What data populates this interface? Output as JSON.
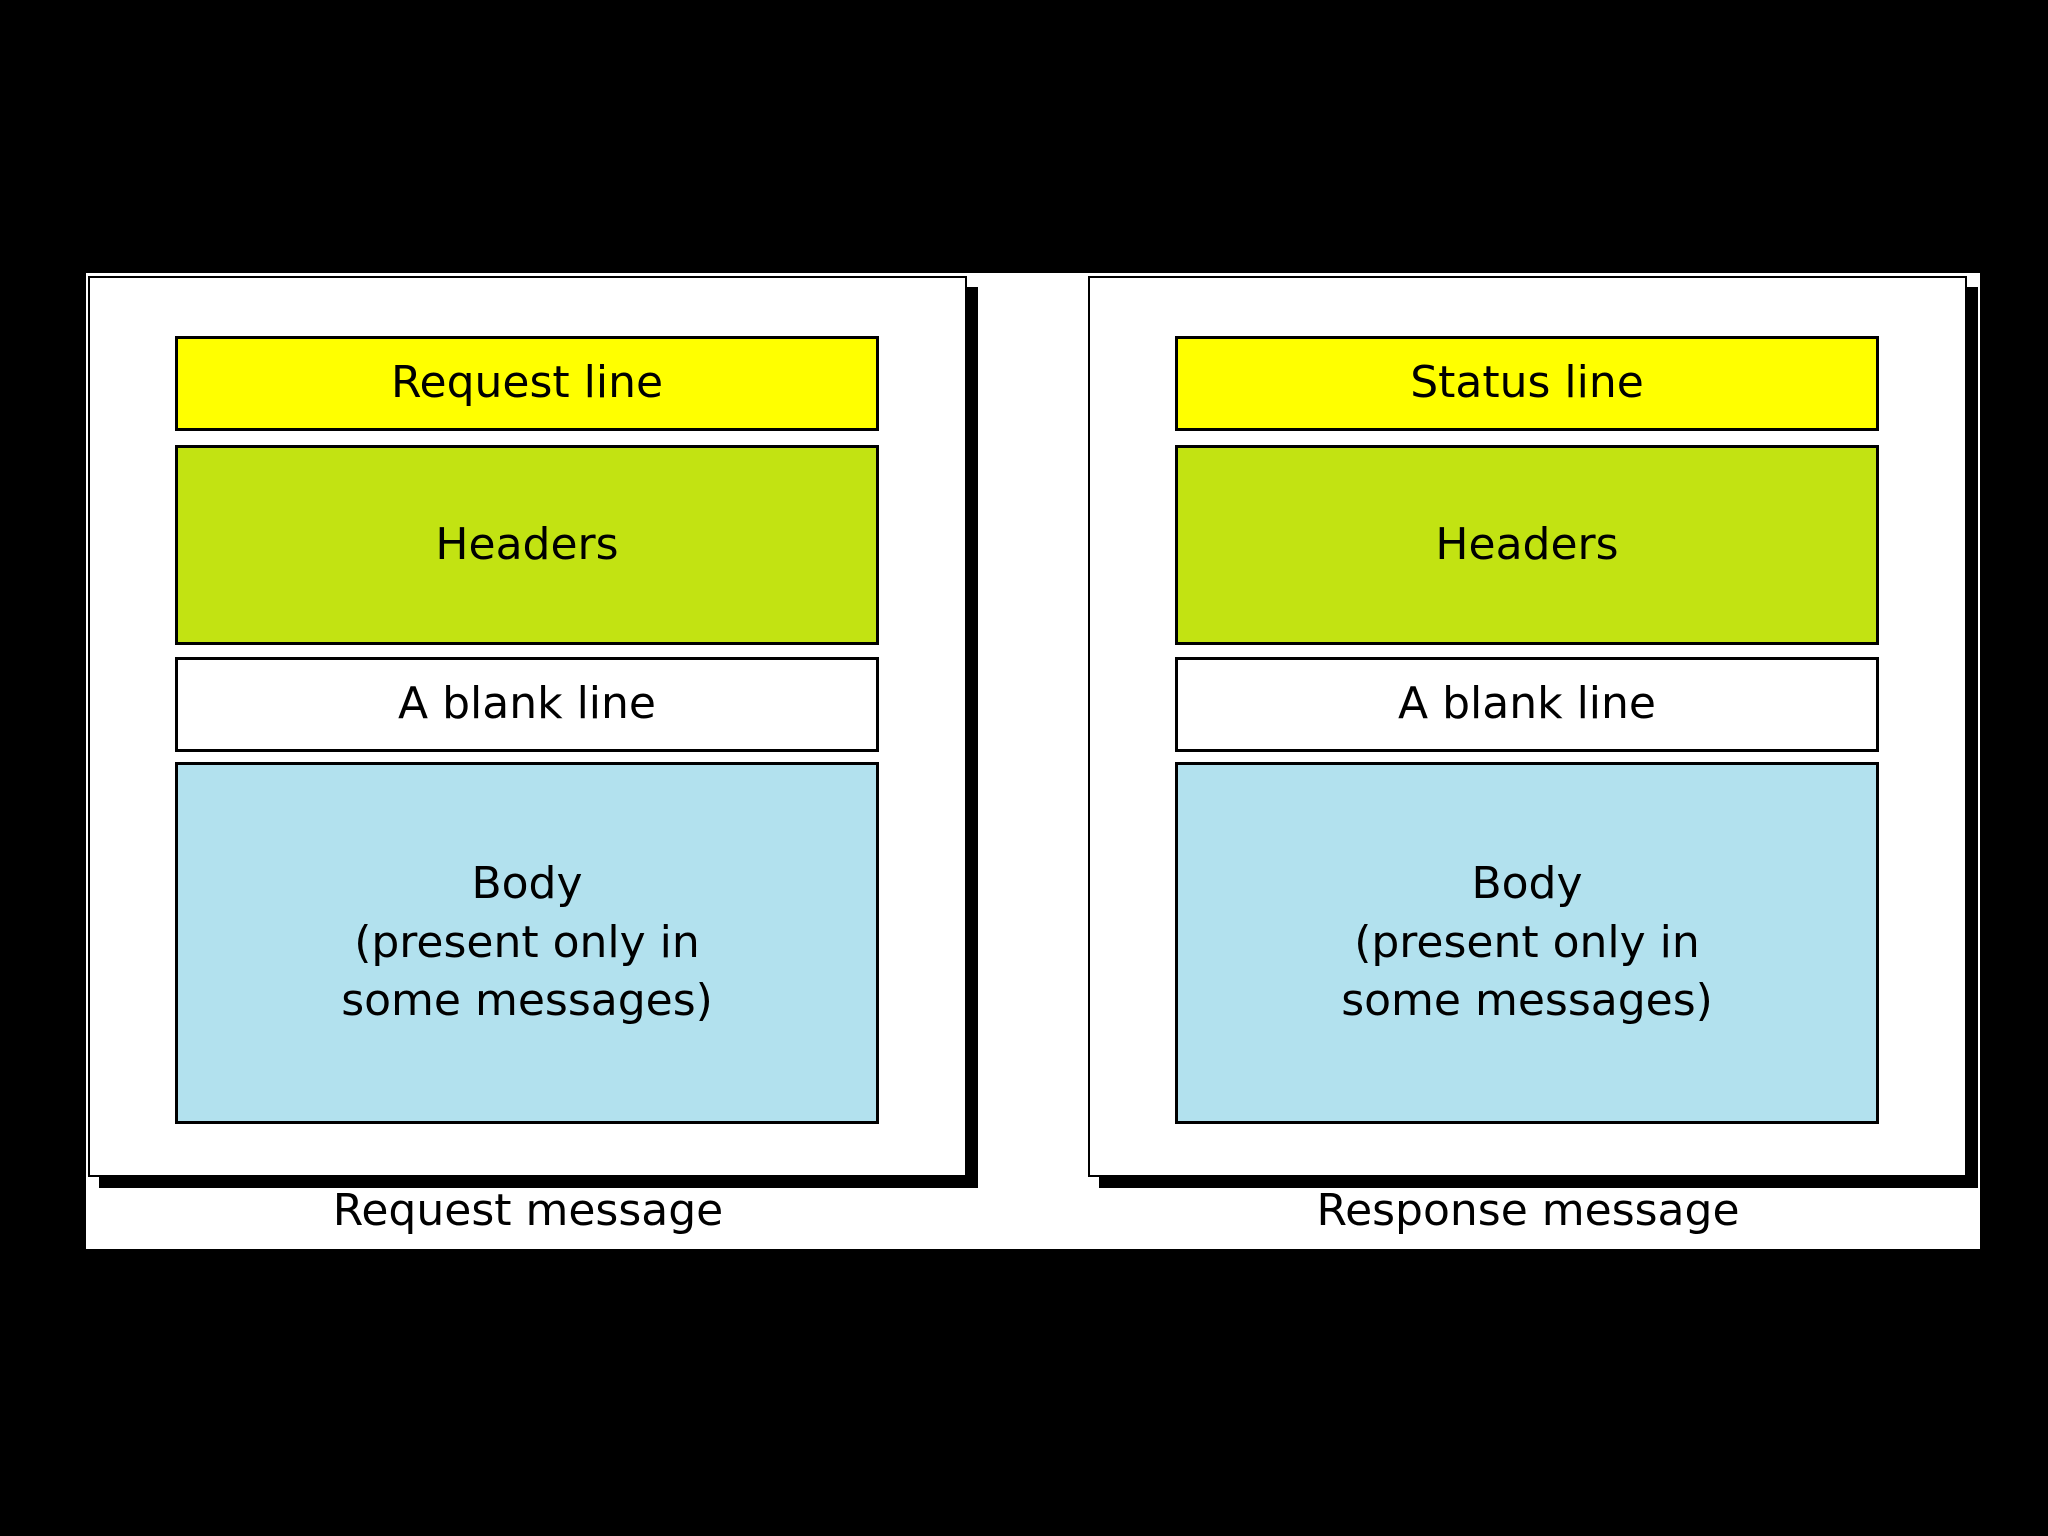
{
  "colors": {
    "background": "#000000",
    "panel": "#ffffff",
    "first_line": "#ffff00",
    "headers": "#c2e312",
    "blank_line": "#ffffff",
    "body": "#b2e1ee",
    "border": "#000000"
  },
  "request": {
    "first_line": "Request line",
    "headers": "Headers",
    "blank_line": "A blank line",
    "body": "Body\n(present only in\nsome messages)",
    "caption": "Request message"
  },
  "response": {
    "first_line": "Status line",
    "headers": "Headers",
    "blank_line": "A blank line",
    "body": "Body\n(present only in\nsome messages)",
    "caption": "Response message"
  }
}
